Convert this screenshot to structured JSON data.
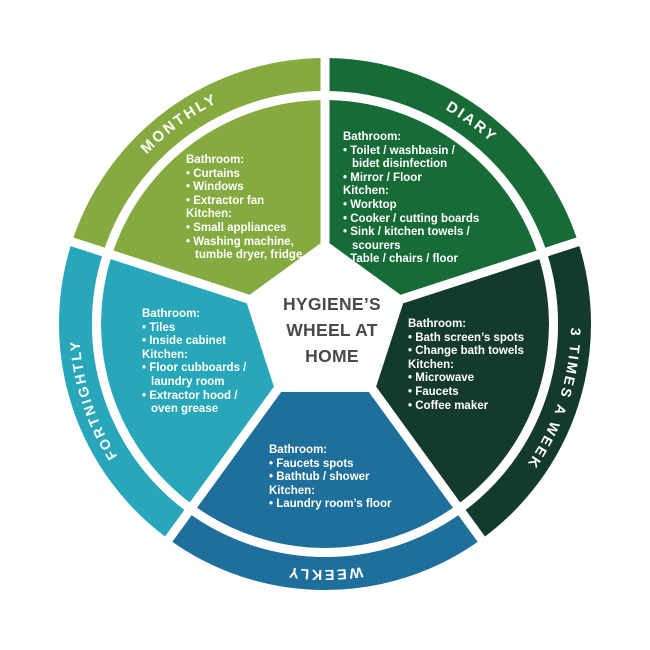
{
  "center": {
    "title": "HYGIENE’S\nWHEEL AT\nHOME"
  },
  "colors": {
    "background": "#ffffff",
    "separator": "#ffffff",
    "label_text": "#ffffff",
    "center_text": "#4a4a4c"
  },
  "segments": [
    {
      "id": "diary",
      "label": "DIARY",
      "color": "#166b37",
      "sections": [
        {
          "title": "Bathroom:",
          "items": [
            "Toilet / washbasin /\nbidet disinfection",
            "Mirror / Floor"
          ]
        },
        {
          "title": "Kitchen:",
          "items": [
            "Worktop",
            "Cooker / cutting boards",
            "Sink / kitchen towels /\nscourers",
            "Table / chairs / floor"
          ]
        }
      ]
    },
    {
      "id": "three-times-a-week",
      "label": "3 TIMES A WEEK",
      "color": "#14392f",
      "sections": [
        {
          "title": "Bathroom:",
          "items": [
            "Bath screen’s spots",
            "Change bath towels"
          ]
        },
        {
          "title": "Kitchen:",
          "items": [
            "Microwave",
            "Faucets",
            "Coffee maker"
          ]
        }
      ]
    },
    {
      "id": "weekly",
      "label": "WEEKLY",
      "color": "#1f6f9c",
      "sections": [
        {
          "title": "Bathroom:",
          "items": [
            "Faucets spots",
            "Bathtub / shower"
          ]
        },
        {
          "title": "Kitchen:",
          "items": [
            "Laundry room’s floor"
          ]
        }
      ]
    },
    {
      "id": "fortnightly",
      "label": "FORTNIGHTLY",
      "color": "#27a7b9",
      "sections": [
        {
          "title": "Bathroom:",
          "items": [
            "Tiles",
            "Inside cabinet"
          ]
        },
        {
          "title": "Kitchen:",
          "items": [
            "Floor cubboards /\nlaundry room",
            "Extractor hood /\noven grease"
          ]
        }
      ]
    },
    {
      "id": "monthly",
      "label": "MONTHLY",
      "color": "#84aa40",
      "sections": [
        {
          "title": "Bathroom:",
          "items": [
            "Curtains",
            "Windows",
            "Extractor fan"
          ]
        },
        {
          "title": "Kitchen:",
          "items": [
            "Small appliances",
            "Washing machine,\ntumble dryer, fridge"
          ]
        }
      ]
    }
  ]
}
